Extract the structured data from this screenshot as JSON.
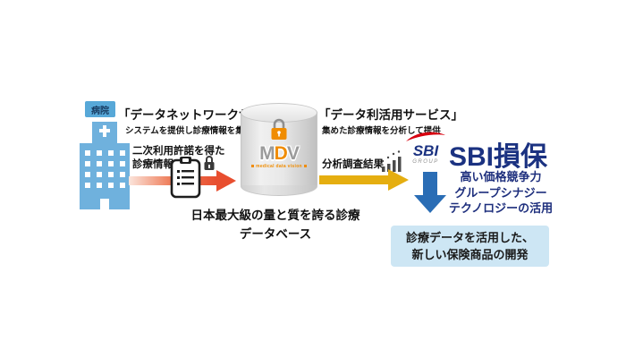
{
  "hospital": {
    "badge": "病院"
  },
  "network_service": {
    "title": "「データネットワークサービス」",
    "subtitle": "システムを提供し診療情報を集積",
    "flow_label_line1": "二次利用許諾を得た",
    "flow_label_line2": "診療情報"
  },
  "database": {
    "logo": {
      "m": "M",
      "d": "D",
      "v": "V",
      "subtitle": "medical data vision"
    },
    "caption_line1": "日本最大級の量と質を誇る診療",
    "caption_line2": "データベース"
  },
  "usage_service": {
    "title": "「データ利活用サービス」",
    "subtitle": "集めた診療情報を分析して提供",
    "flow_label": "分析調査結果"
  },
  "sbi": {
    "logo_text": "SBI",
    "logo_group": "GROUP",
    "company": "SBI損保",
    "strengths": [
      "高い価格競争力",
      "グループシナジー",
      "テクノロジーの活用"
    ],
    "outcome_line1": "診療データを活用した、",
    "outcome_line2": "新しい保険商品の開発"
  },
  "icons": {
    "hospital_building": "css-building-with-cross",
    "document_clipboard": "svg-clipboard",
    "lock_small": "svg-dark-lock",
    "lock_database": "svg-orange-lock",
    "analysis_chart": "svg-rising-bar-chart",
    "sbi_swoosh": "svg-red-arc"
  },
  "colors": {
    "hospital_blue": "#6fb1dd",
    "badge_blue": "#57a8d8",
    "arrow_red": "#e84e2f",
    "arrow_yellow": "#e5ae10",
    "arrow_blue": "#2a6db5",
    "outcome_box_bg": "#cde6f4",
    "sbi_navy": "#1b3281",
    "sbi_swoosh_red": "#d7000f",
    "mdv_orange": "#f08c00",
    "cylinder_gray": "#dedede"
  }
}
